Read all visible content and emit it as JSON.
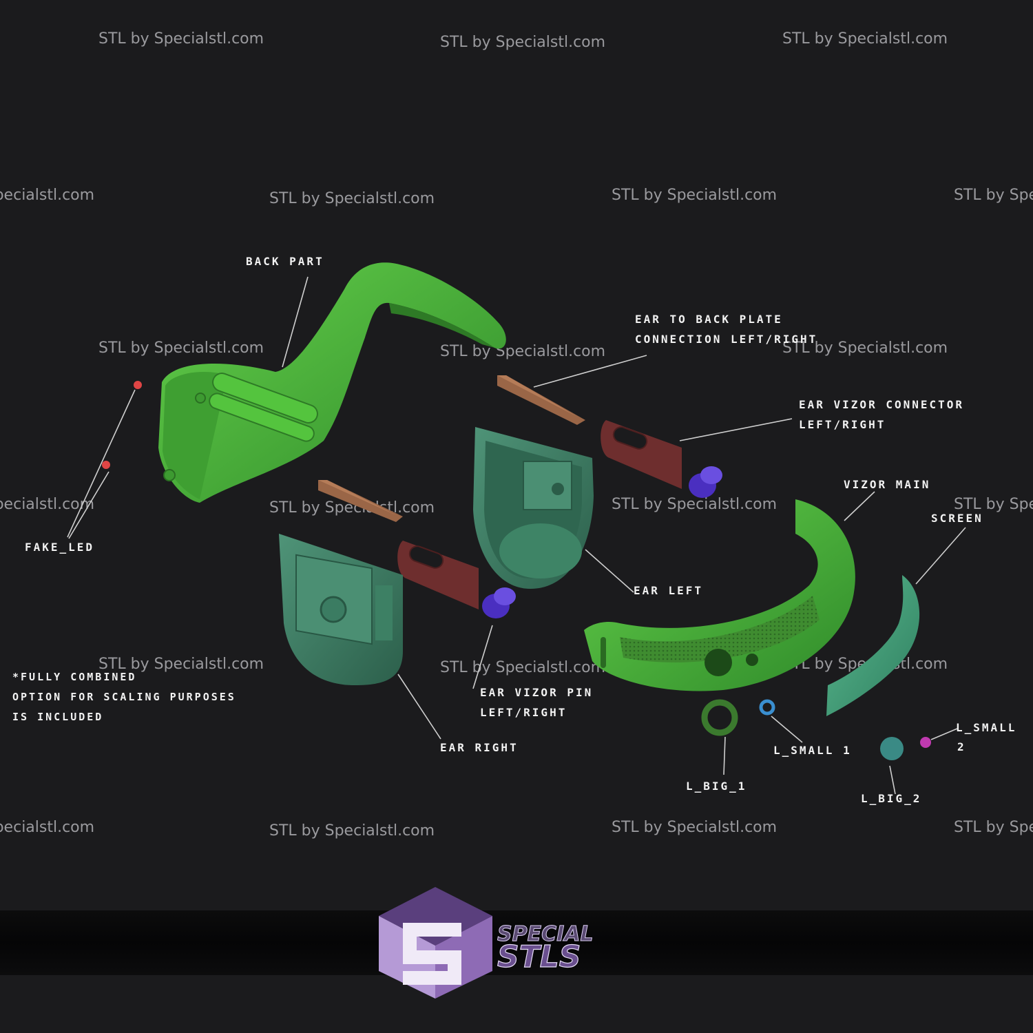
{
  "watermark": "STL by Specialstl.com",
  "labels": {
    "back_part": "BACK PART",
    "ear_to_back_1": "EAR TO BACK PLATE",
    "ear_to_back_2": "CONNECTION LEFT/RIGHT",
    "ear_vizor_connector_1": "EAR VIZOR CONNECTOR",
    "ear_vizor_connector_2": "LEFT/RIGHT",
    "vizor_main": "VIZOR MAIN",
    "screen": "SCREEN",
    "fake_led": "FAKE_LED",
    "ear_left": "EAR LEFT",
    "ear_right": "EAR RIGHT",
    "ear_vizor_pin_1": "EAR VIZOR PIN",
    "ear_vizor_pin_2": "LEFT/RIGHT",
    "l_big_1": "L_BIG_1",
    "l_small_1": "L_SMALL 1",
    "l_big_2": "L_BIG_2",
    "l_small_2a": "L_SMALL",
    "l_small_2b": "2"
  },
  "note": {
    "line1": "*FULLY COMBINED",
    "line2": "OPTION FOR SCALING PURPOSES",
    "line3": "IS INCLUDED"
  },
  "logo": {
    "line1": "SPECIAL",
    "line2": "STLS"
  },
  "colors": {
    "background": "#1b1b1d",
    "part_green": "#4fb53a",
    "part_dark_green": "#3f7d62",
    "part_brown": "#8a5a3f",
    "part_maroon": "#6e2e2e",
    "part_purple": "#4a2fc0",
    "logo_purple": "#8e6bb5"
  }
}
